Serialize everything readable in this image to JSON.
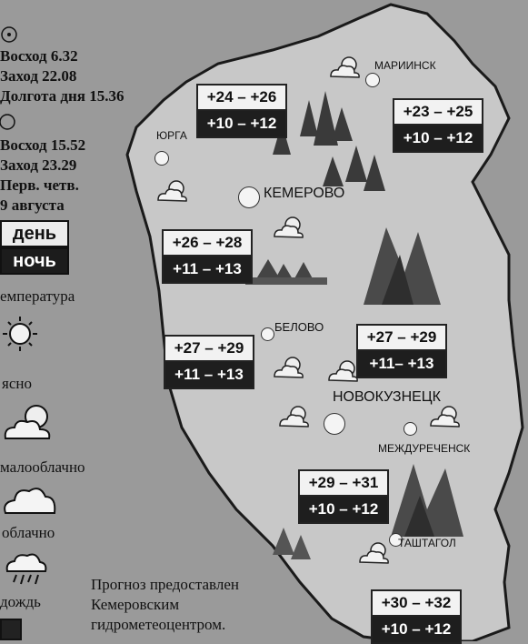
{
  "sun": {
    "icon": "sun-outline-icon",
    "rise": "Восход 6.32",
    "set": "Заход 22.08",
    "day_length": "Долгота дня 15.36"
  },
  "moon": {
    "icon": "moon-outline-icon",
    "rise": "Восход 15.52",
    "set": "Заход 23.29",
    "phase": "Перв. четв.",
    "phase_date": "9 августа"
  },
  "legend": {
    "day": "день",
    "night": "ночь",
    "temperature": "емпература",
    "clear": "ясно",
    "partly_cloudy": "малооблачно",
    "cloudy": "облачно",
    "rain": "дождь"
  },
  "credit": {
    "line1": "Прогноз предоставлен",
    "line2": "Кемеровским",
    "line3": "гидрометеоцентром."
  },
  "cities": {
    "mariinsk": "Мариинск",
    "yurga": "Юрга",
    "kemerovo": "Кемерово",
    "belovo": "Белово",
    "novokuznetsk": "Новокузнецк",
    "mezhdurechensk": "Междуреченск",
    "tashtagol": "Таштагол"
  },
  "forecasts": {
    "yurga": {
      "day": "+24 – +26",
      "night": "+10 – +12"
    },
    "mariinsk": {
      "day": "+23 – +25",
      "night": "+10 – +12"
    },
    "kemerovo": {
      "day": "+26 – +28",
      "night": "+11 – +13"
    },
    "belovo": {
      "day": "+27 – +29",
      "night": "+11 – +13"
    },
    "novokuznetsk": {
      "day": "+27 – +29",
      "night": "+11– +13"
    },
    "mezhdurechensk": {
      "day": "+29 – +31",
      "night": "+10 – +12"
    },
    "tashtagol": {
      "day": "+30 – +32",
      "night": "+10 – +12"
    }
  },
  "colors": {
    "background": "#9a9a9a",
    "region": "#c8c8c8",
    "night_box": "#1e1e1e",
    "day_box": "#f2f2f2"
  }
}
